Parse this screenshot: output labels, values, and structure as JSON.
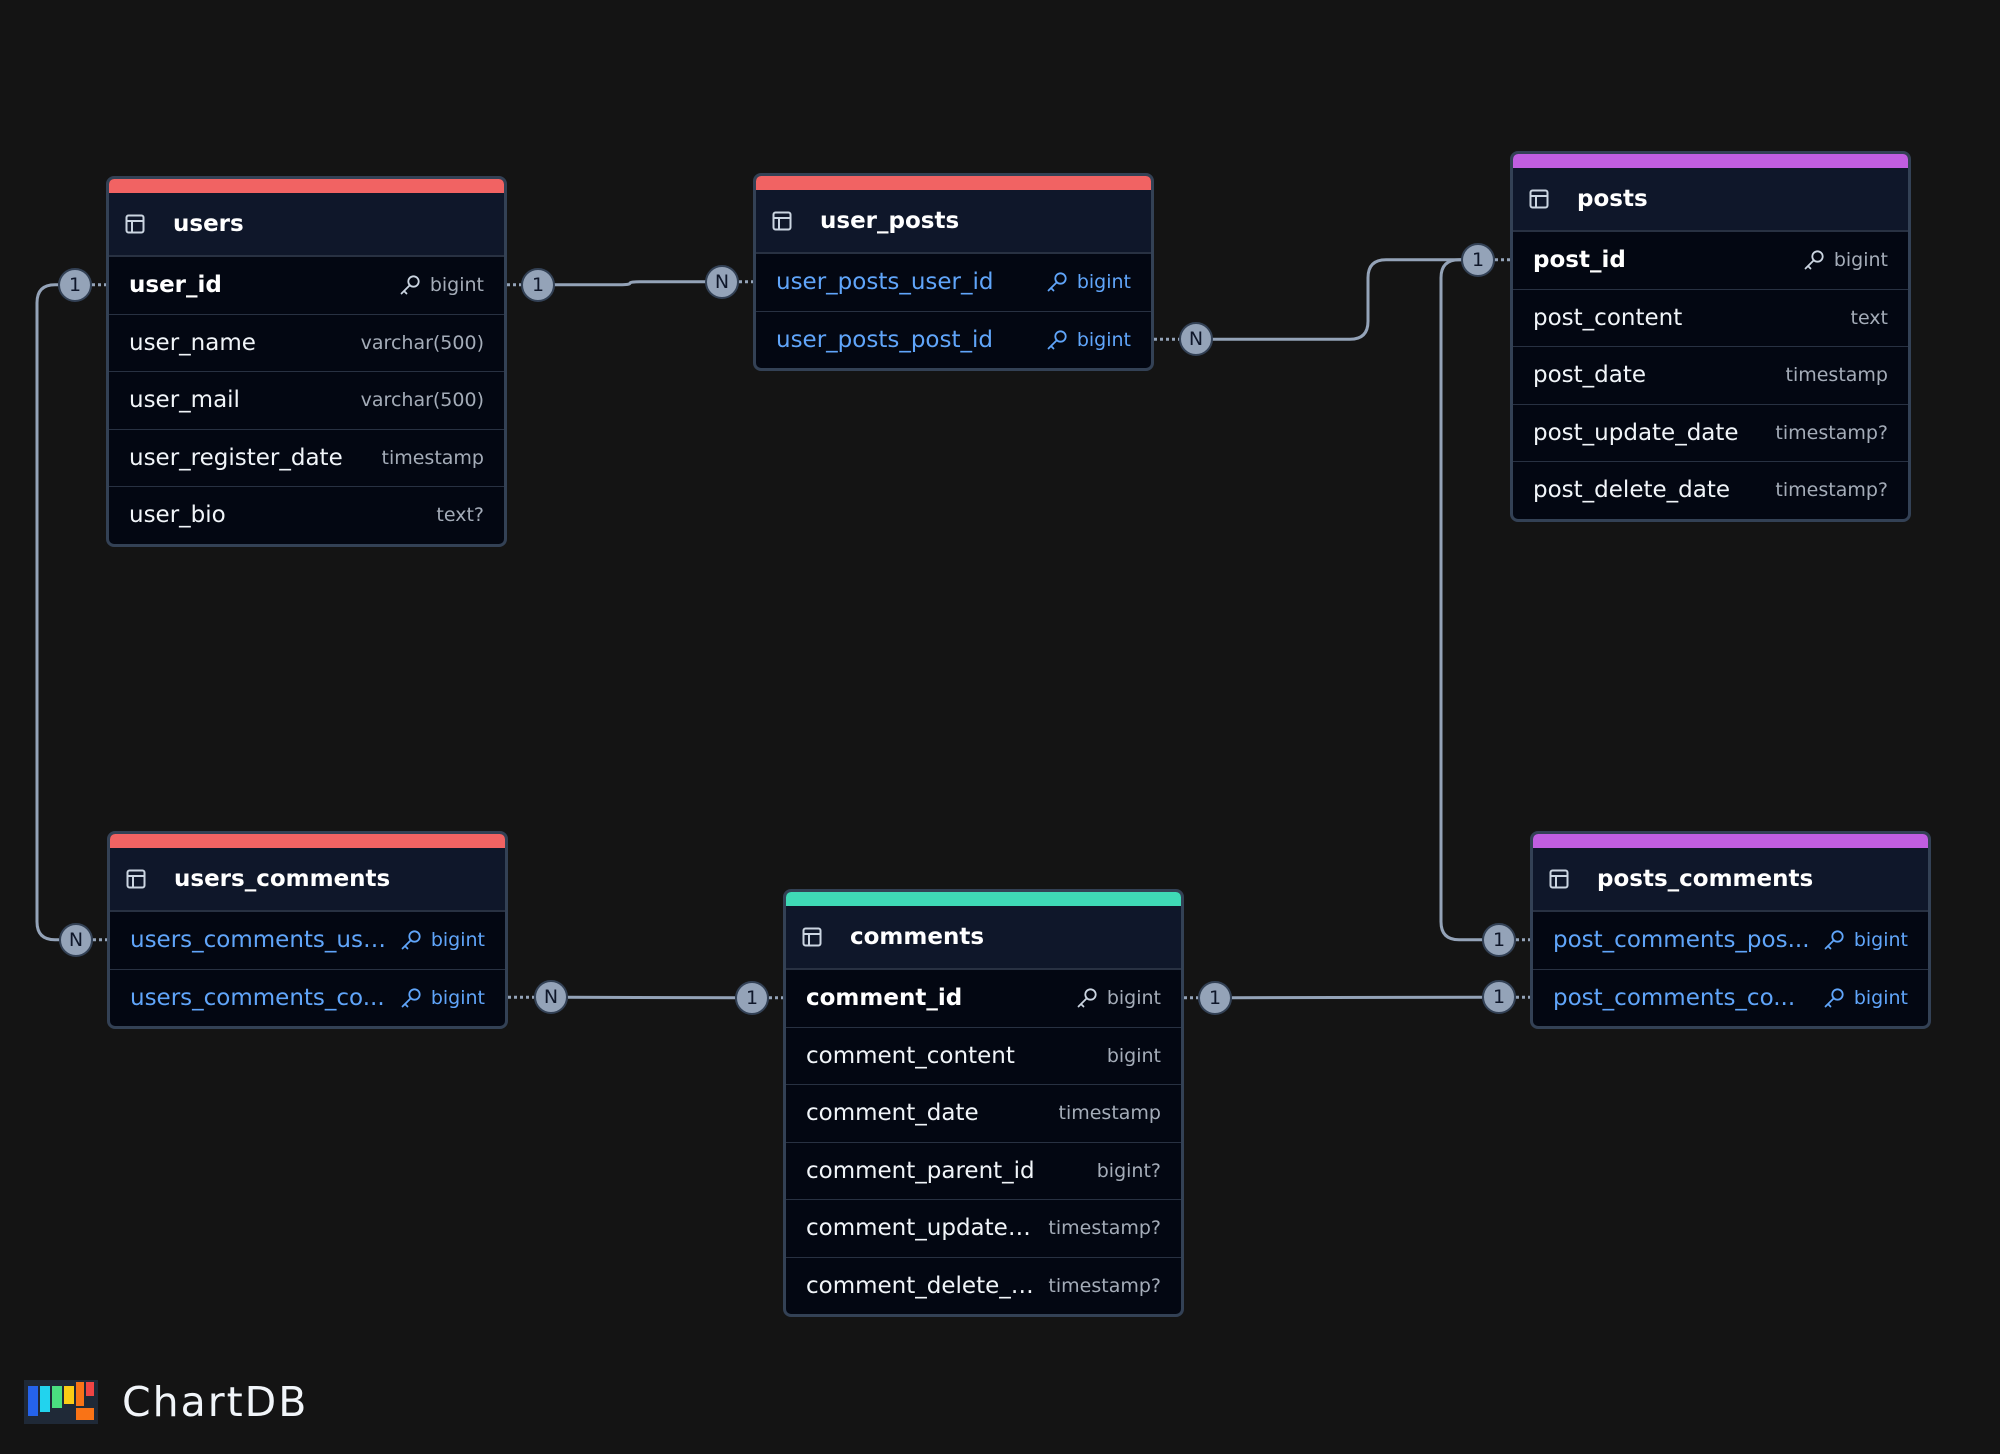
{
  "colors": {
    "background": "#141414",
    "table_body": "#030712",
    "table_header": "#0f172a",
    "table_border": "#334155",
    "edge": "#94a3b8",
    "fk_text": "#60a5fa"
  },
  "icons": {
    "table": "table-icon",
    "primary_key": "key-icon"
  },
  "tables": [
    {
      "name": "users",
      "accent": "#f16363",
      "fields": [
        {
          "name": "user_id",
          "type": "bigint",
          "key": true,
          "primary": true,
          "foreign": false
        },
        {
          "name": "user_name",
          "type": "varchar(500)",
          "key": false,
          "primary": false,
          "foreign": false
        },
        {
          "name": "user_mail",
          "type": "varchar(500)",
          "key": false,
          "primary": false,
          "foreign": false
        },
        {
          "name": "user_register_date",
          "type": "timestamp",
          "key": false,
          "primary": false,
          "foreign": false
        },
        {
          "name": "user_bio",
          "type": "text?",
          "key": false,
          "primary": false,
          "foreign": false
        }
      ]
    },
    {
      "name": "user_posts",
      "accent": "#f16363",
      "fields": [
        {
          "name": "user_posts_user_id",
          "type": "bigint",
          "key": true,
          "primary": false,
          "foreign": true
        },
        {
          "name": "user_posts_post_id",
          "type": "bigint",
          "key": true,
          "primary": false,
          "foreign": true
        }
      ]
    },
    {
      "name": "posts",
      "accent": "#c05ee0",
      "fields": [
        {
          "name": "post_id",
          "type": "bigint",
          "key": true,
          "primary": true,
          "foreign": false
        },
        {
          "name": "post_content",
          "type": "text",
          "key": false,
          "primary": false,
          "foreign": false
        },
        {
          "name": "post_date",
          "type": "timestamp",
          "key": false,
          "primary": false,
          "foreign": false
        },
        {
          "name": "post_update_date",
          "type": "timestamp?",
          "key": false,
          "primary": false,
          "foreign": false
        },
        {
          "name": "post_delete_date",
          "type": "timestamp?",
          "key": false,
          "primary": false,
          "foreign": false
        }
      ]
    },
    {
      "name": "users_comments",
      "accent": "#f16363",
      "fields": [
        {
          "name": "users_comments_use...",
          "type": "bigint",
          "key": true,
          "primary": false,
          "foreign": true
        },
        {
          "name": "users_comments_co...",
          "type": "bigint",
          "key": true,
          "primary": false,
          "foreign": true
        }
      ]
    },
    {
      "name": "comments",
      "accent": "#3fd9b6",
      "fields": [
        {
          "name": "comment_id",
          "type": "bigint",
          "key": true,
          "primary": true,
          "foreign": false
        },
        {
          "name": "comment_content",
          "type": "bigint",
          "key": false,
          "primary": false,
          "foreign": false
        },
        {
          "name": "comment_date",
          "type": "timestamp",
          "key": false,
          "primary": false,
          "foreign": false
        },
        {
          "name": "comment_parent_id",
          "type": "bigint?",
          "key": false,
          "primary": false,
          "foreign": false
        },
        {
          "name": "comment_update_...",
          "type": "timestamp?",
          "key": false,
          "primary": false,
          "foreign": false
        },
        {
          "name": "comment_delete_d...",
          "type": "timestamp?",
          "key": false,
          "primary": false,
          "foreign": false
        }
      ]
    },
    {
      "name": "posts_comments",
      "accent": "#c05ee0",
      "fields": [
        {
          "name": "post_comments_pos...",
          "type": "bigint",
          "key": true,
          "primary": false,
          "foreign": true
        },
        {
          "name": "post_comments_co...",
          "type": "bigint",
          "key": true,
          "primary": false,
          "foreign": true
        }
      ]
    }
  ],
  "relationships": [
    {
      "from_table": "users",
      "from_field": "user_id",
      "from_label": "1",
      "to_table": "user_posts",
      "to_field": "user_posts_user_id",
      "to_label": "N"
    },
    {
      "from_table": "posts",
      "from_field": "post_id",
      "from_label": "1",
      "to_table": "user_posts",
      "to_field": "user_posts_post_id",
      "to_label": "N"
    },
    {
      "from_table": "users",
      "from_field": "user_id",
      "from_label": "1",
      "to_table": "users_comments",
      "to_field": "users_comments_use...",
      "to_label": "N"
    },
    {
      "from_table": "comments",
      "from_field": "comment_id",
      "from_label": "1",
      "to_table": "users_comments",
      "to_field": "users_comments_co...",
      "to_label": "N"
    },
    {
      "from_table": "posts",
      "from_field": "post_id",
      "from_label": "1",
      "to_table": "posts_comments",
      "to_field": "post_comments_pos...",
      "to_label": "1"
    },
    {
      "from_table": "comments",
      "from_field": "comment_id",
      "from_label": "1",
      "to_table": "posts_comments",
      "to_field": "post_comments_co...",
      "to_label": "1"
    }
  ],
  "brand": {
    "name": "ChartDB",
    "logo": "chartdb-logo"
  }
}
